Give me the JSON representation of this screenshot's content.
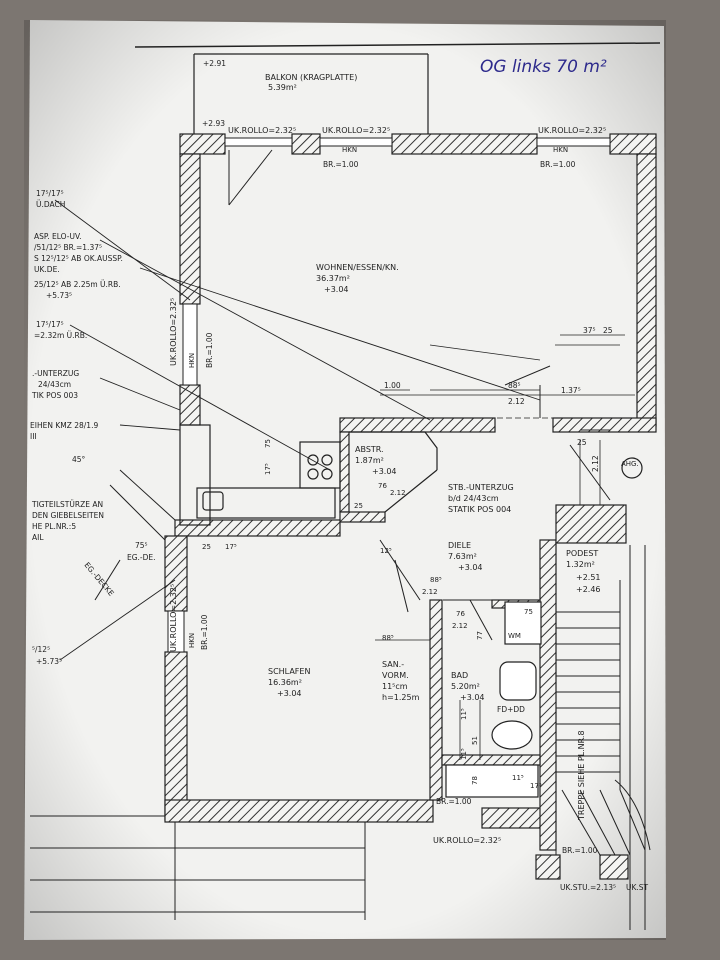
{
  "handwritten_note": "OG links 70 m²",
  "rooms": {
    "balkon": {
      "name": "BALKON (KRAGPLATTE)",
      "area": "5.39m²",
      "level": "+2.91"
    },
    "wohnen": {
      "name": "WOHNEN/ESSEN/KN.",
      "area": "36.37m²",
      "level": "+3.04"
    },
    "abstr": {
      "name": "ABSTR.",
      "area": "1.87m²",
      "level": "+3.04"
    },
    "diele": {
      "name": "DIELE",
      "area": "7.63m²",
      "level": "+3.04"
    },
    "schlafen": {
      "name": "SCHLAFEN",
      "area": "16.36m²",
      "level": "+3.04"
    },
    "bad": {
      "name": "BAD",
      "area": "5.20m²",
      "level": "+3.04"
    },
    "podest": {
      "name": "PODEST",
      "area": "1.32m²",
      "level1": "+2.51",
      "level2": "+2.46"
    },
    "san": {
      "line1": "SAN.-",
      "line2": "VORM.",
      "line3": "11⁵cm",
      "line4": "h=1.25m"
    }
  },
  "labels": {
    "ukrollo_top_left": "UK.ROLLO=2.32⁵",
    "ukrollo_top_mid": "UK.ROLLO=2.32⁵",
    "ukrollo_top_right": "UK.ROLLO=2.32⁵",
    "ukrollo_left_upper": "UK.ROLLO=2.32⁵",
    "ukrollo_left_lower": "UK.ROLLO=2.32⁵",
    "ukrollo_bottom": "UK.ROLLO=2.32⁵",
    "hkn": "HKN",
    "br100": "BR.=1.00",
    "balkon_level2": "+2.93",
    "stb_line1": "STB.-UNTERZUG",
    "stb_line2": "b/d 24/43cm",
    "stb_line3": "STATIK POS 004",
    "fd_dd": "FD+DD",
    "wm": "WM",
    "treppe": "TREPPE SIEHE PL.NR.8",
    "ukstu": "UK.STU.=2.13⁵",
    "ukst_cut": "UK.ST",
    "ahg": "AHG.",
    "eg_de": "EG.-DE.",
    "eg_decke": "EG.-DECKE",
    "deg45": "45°",
    "dim_100": "1.00",
    "dim_885": "88⁵",
    "dim_137": "1.37⁵",
    "dim_212a": "2.12",
    "dim_375": "37⁵",
    "dim_25": "25",
    "dim_75": "75",
    "dim_76": "76",
    "dim_77": "77",
    "dim_78": "78",
    "dim_51": "51",
    "dim_115": "11⁵",
    "dim_175": "17⁵",
    "dim_755": "75⁵",
    "dim_125": "12⁵",
    "dim_885b": "88⁵"
  },
  "left_notes": [
    "17⁵/17⁵",
    "Ü.DACH",
    "ASP. ELO-UV.",
    "/51/12⁵ BR.=1.37⁵",
    "S 12⁵/12⁵ AB OK.AUSSP.",
    "UK.DE.",
    "25/12⁵ AB 2.25m Ü.RB.",
    "+5.73⁵",
    "17⁵/17⁵",
    "=2.32m Ü.RB.",
    ".-UNTERZUG",
    "24/43cm",
    "TIK POS 003",
    "EIHEN KMZ 28/1.9",
    "III",
    "TIGTEILSTÜRZE AN",
    "DEN GIEBELSEITEN",
    "HE PL.NR.:5",
    "AIL",
    "⁵/12⁵",
    "+5.73⁵"
  ]
}
